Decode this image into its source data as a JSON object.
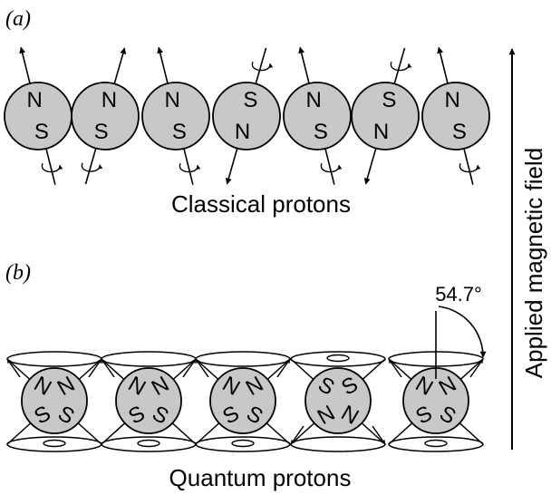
{
  "panel_a": {
    "label": "(a)",
    "caption": "Classical protons",
    "protons": [
      {
        "top": "N",
        "bottom": "S"
      },
      {
        "top": "N",
        "bottom": "S"
      },
      {
        "top": "N",
        "bottom": "S"
      },
      {
        "top": "S",
        "bottom": "N"
      },
      {
        "top": "N",
        "bottom": "S"
      },
      {
        "top": "S",
        "bottom": "N"
      },
      {
        "top": "N",
        "bottom": "S"
      }
    ]
  },
  "panel_b": {
    "label": "(b)",
    "caption": "Quantum protons",
    "angle_label": "54.7°",
    "protons": [
      {
        "up": true,
        "letters": [
          "N",
          "N",
          "S",
          "S"
        ]
      },
      {
        "up": true,
        "letters": [
          "N",
          "N",
          "S",
          "S"
        ]
      },
      {
        "up": true,
        "letters": [
          "N",
          "N",
          "S",
          "S"
        ]
      },
      {
        "up": false,
        "letters": [
          "S",
          "S",
          "N",
          "N"
        ]
      },
      {
        "up": true,
        "letters": [
          "N",
          "N",
          "S",
          "S"
        ]
      }
    ]
  },
  "field_label": "Applied magnetic field",
  "colors": {
    "sphere_fill": "#c8c8c8",
    "stroke": "#000000",
    "background": "#ffffff"
  }
}
